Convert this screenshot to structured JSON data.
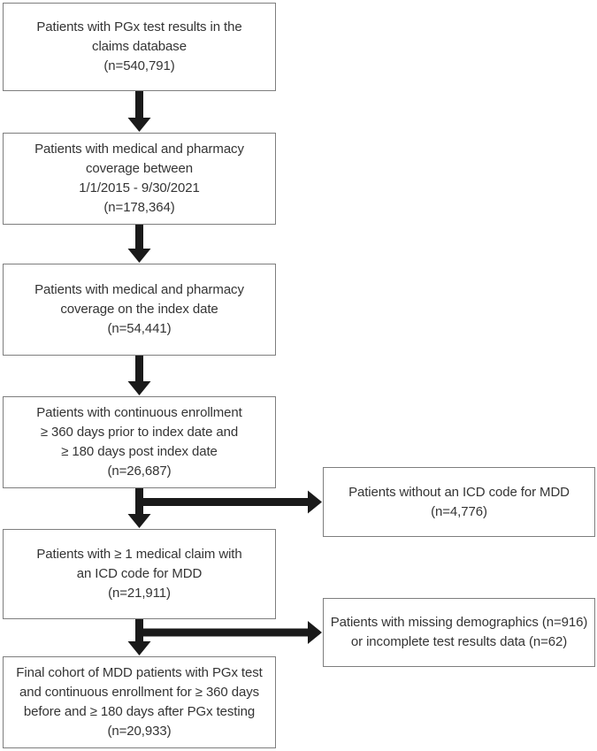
{
  "flowchart": {
    "description": "Patient cohort attrition flowchart for PGx-tested MDD patients",
    "colors": {
      "background": "#ffffff",
      "box_border": "#7e7e7e",
      "arrow": "#1a1a1a",
      "text": "#343434"
    },
    "boxes": {
      "pgx_results": {
        "text": "Patients with PGx test results in the\nclaims database\n(n=540,791)",
        "n": "540,791"
      },
      "coverage_period": {
        "text": "Patients with medical and pharmacy\ncoverage between\n1/1/2015 - 9/30/2021\n(n=178,364)",
        "n": "178,364"
      },
      "coverage_index_date": {
        "text": "Patients with medical and pharmacy\ncoverage on the index date\n(n=54,441)",
        "n": "54,441"
      },
      "continuous_enrollment": {
        "text": "Patients with continuous enrollment\n≥ 360 days prior to index date and\n≥ 180 days post index date\n(n=26,687)",
        "n": "26,687"
      },
      "mdd_claim": {
        "text": "Patients with ≥ 1 medical claim with\nan ICD code for MDD\n(n=21,911)",
        "n": "21,911"
      },
      "final_cohort": {
        "text": "Final cohort of MDD patients with PGx test\nand continuous enrollment for ≥ 360 days\nbefore and ≥ 180 days after PGx testing\n(n=20,933)",
        "n": "20,933"
      },
      "excluded_no_icd_mdd": {
        "text": "Patients without an ICD code for MDD\n(n=4,776)",
        "n": "4,776"
      },
      "excluded_missing_data": {
        "text": "Patients with missing demographics (n=916)\nor incomplete test results data (n=62)",
        "n_missing_demographics": "916",
        "n_incomplete_test_results": "62"
      }
    }
  }
}
